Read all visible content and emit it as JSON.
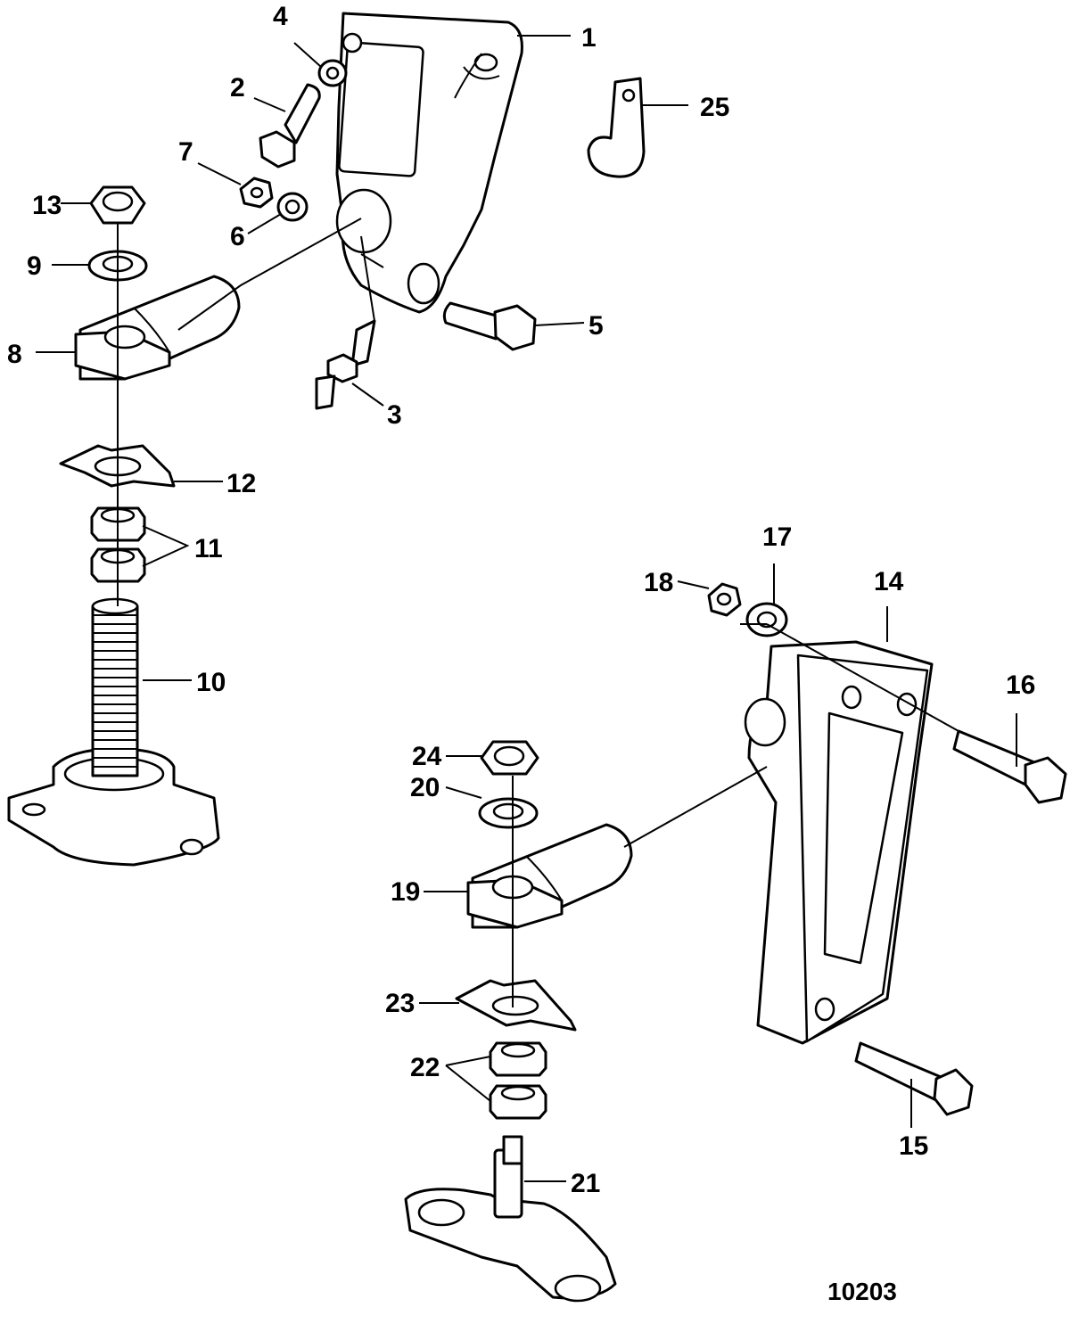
{
  "diagram": {
    "drawing_number": "10203",
    "callouts": [
      {
        "id": "c1",
        "text": "1"
      },
      {
        "id": "c2",
        "text": "2"
      },
      {
        "id": "c3",
        "text": "3"
      },
      {
        "id": "c4",
        "text": "4"
      },
      {
        "id": "c5",
        "text": "5"
      },
      {
        "id": "c6",
        "text": "6"
      },
      {
        "id": "c7",
        "text": "7"
      },
      {
        "id": "c8",
        "text": "8"
      },
      {
        "id": "c9",
        "text": "9"
      },
      {
        "id": "c10",
        "text": "10"
      },
      {
        "id": "c11",
        "text": "11"
      },
      {
        "id": "c12",
        "text": "12"
      },
      {
        "id": "c13",
        "text": "13"
      },
      {
        "id": "c14",
        "text": "14"
      },
      {
        "id": "c15",
        "text": "15"
      },
      {
        "id": "c16",
        "text": "16"
      },
      {
        "id": "c17",
        "text": "17"
      },
      {
        "id": "c18",
        "text": "18"
      },
      {
        "id": "c19",
        "text": "19"
      },
      {
        "id": "c20",
        "text": "20"
      },
      {
        "id": "c21",
        "text": "21"
      },
      {
        "id": "c22",
        "text": "22"
      },
      {
        "id": "c23",
        "text": "23"
      },
      {
        "id": "c24",
        "text": "24"
      },
      {
        "id": "c25",
        "text": "25"
      }
    ]
  }
}
